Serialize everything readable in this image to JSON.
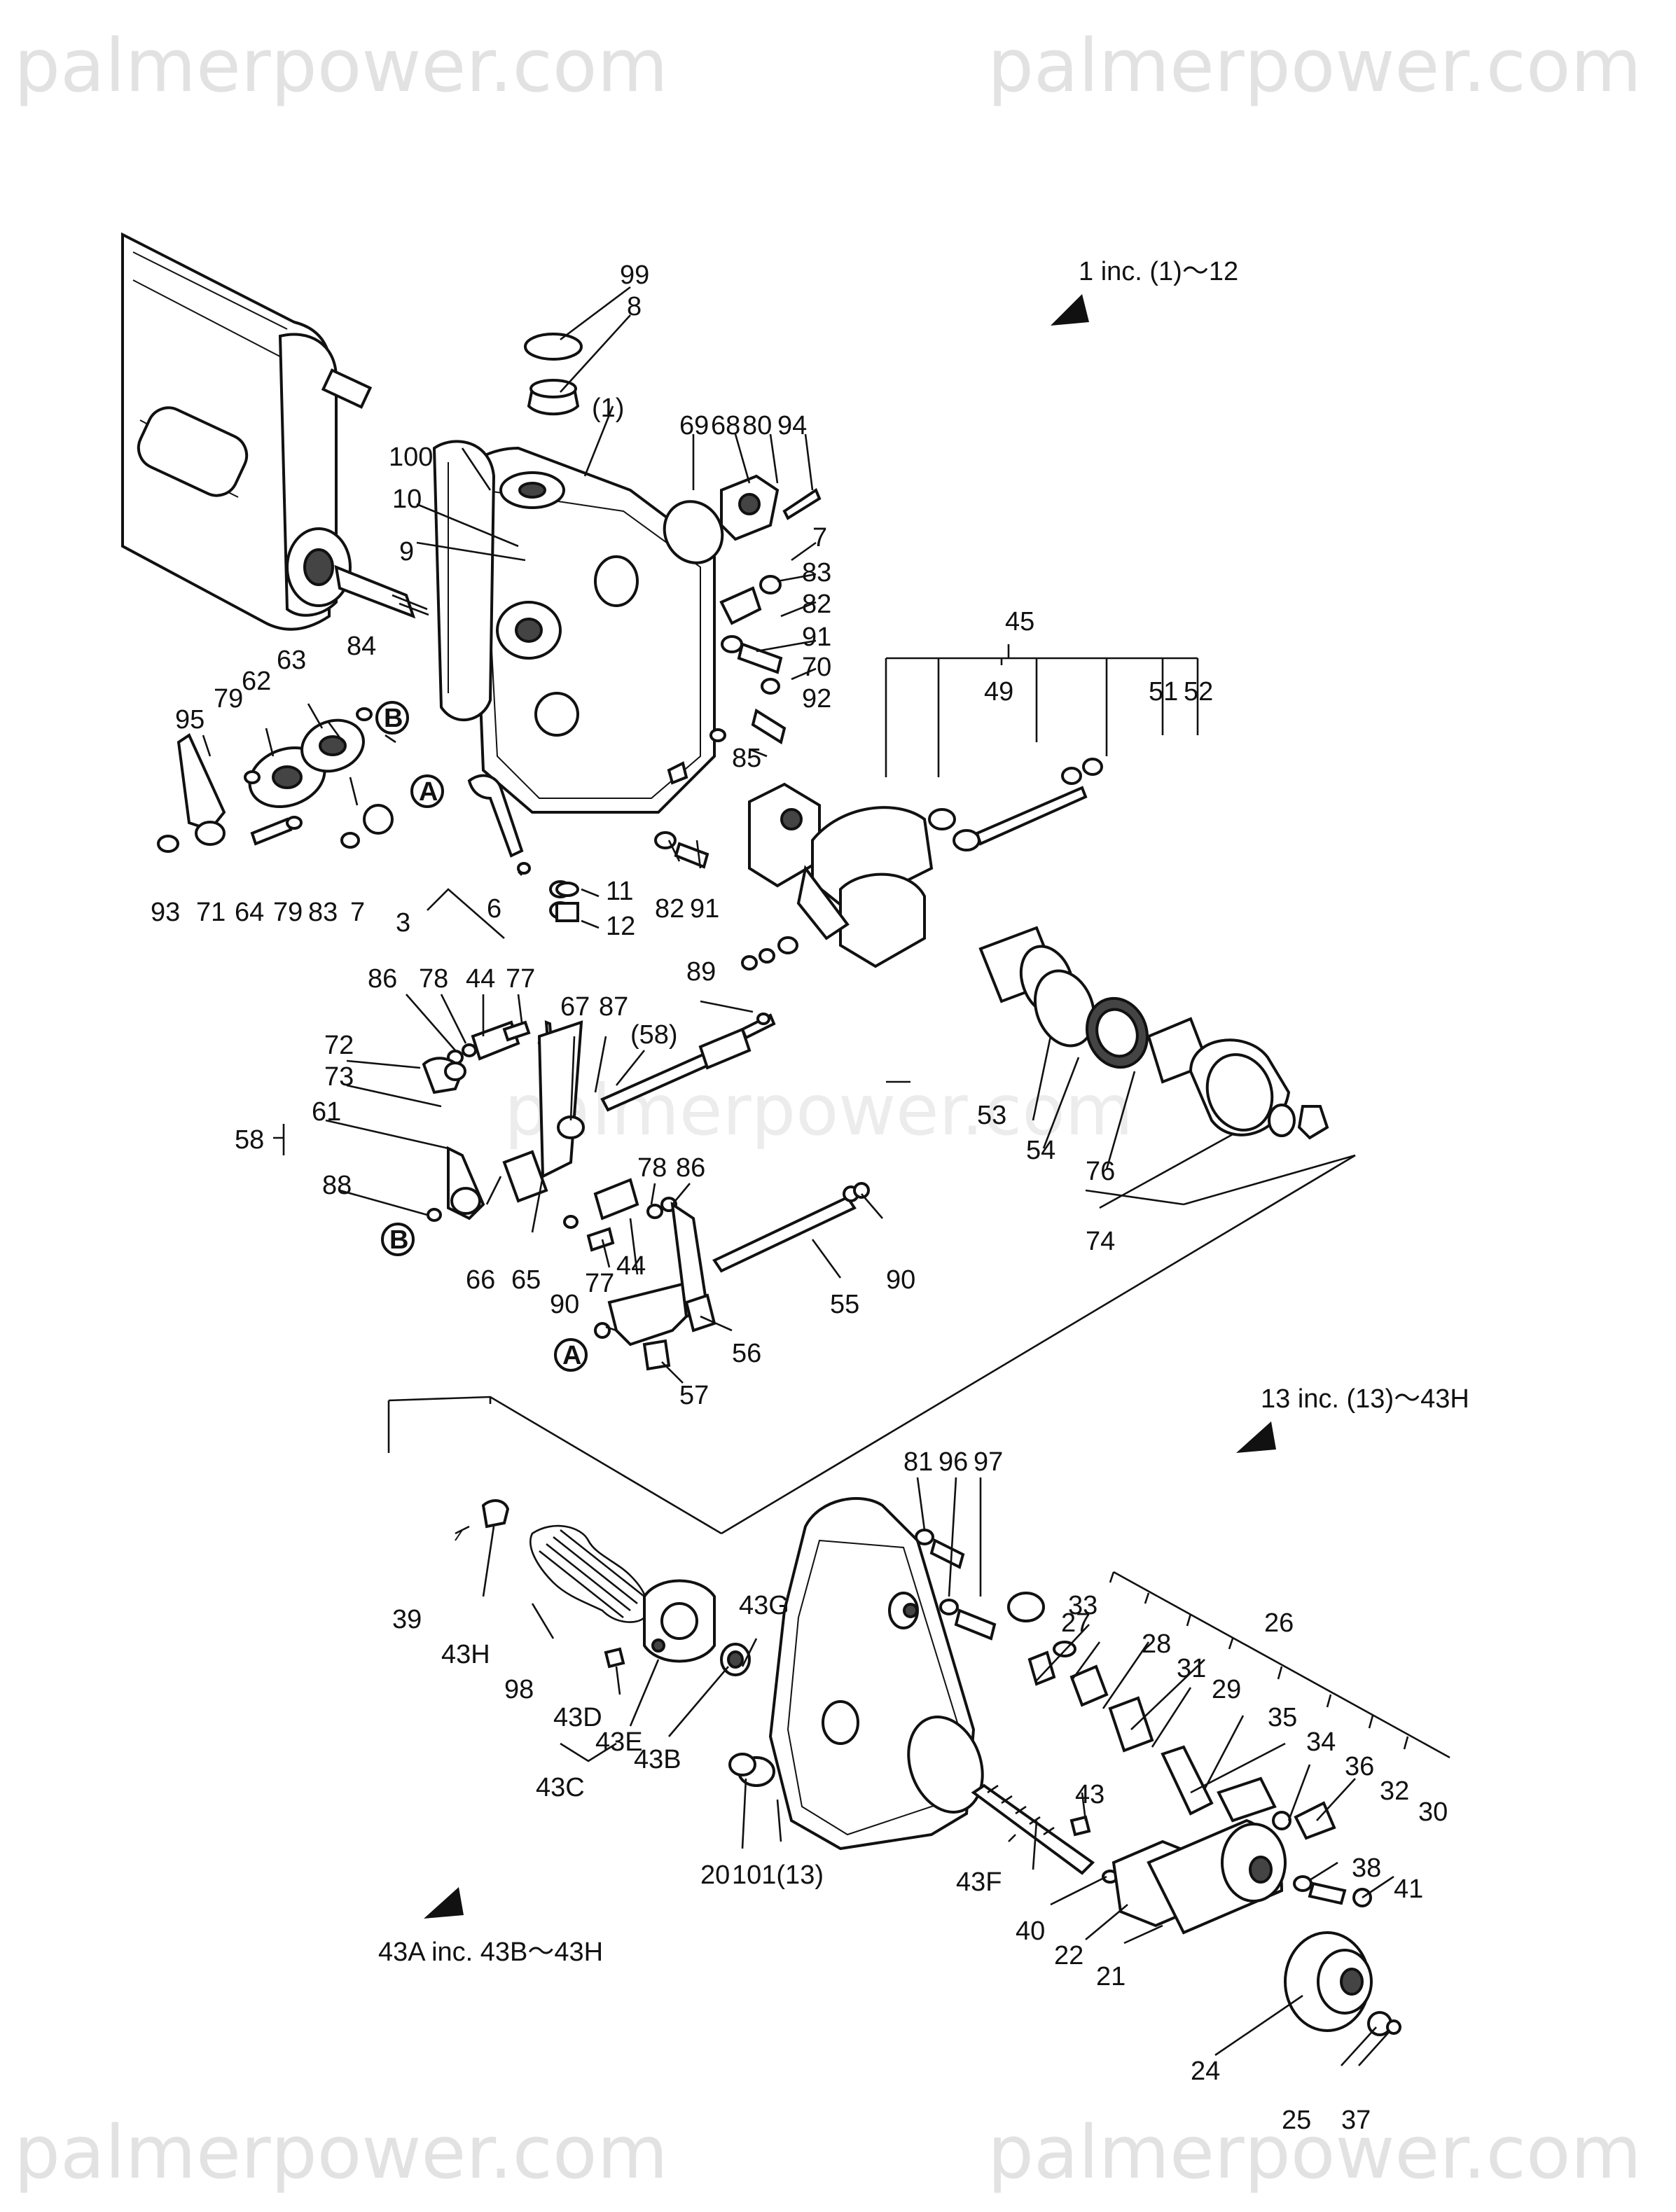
{
  "watermarks": [
    "palmerpower.com",
    "palmerpower.com",
    "palmerpower.com",
    "palmerpower.com",
    "palmerpower.com"
  ],
  "notes": {
    "group1": "1 inc. (1)～12",
    "group13": "13 inc. (13)～43H",
    "group43a": "43A inc. 43B～43H"
  },
  "ref_markers": [
    "B",
    "A",
    "B",
    "A"
  ],
  "labels": [
    "99",
    "8",
    "(1)",
    "69",
    "68",
    "80",
    "94",
    "100",
    "10",
    "9",
    "7",
    "83",
    "82",
    "91",
    "70",
    "92",
    "85",
    "84",
    "63",
    "62",
    "79",
    "95",
    "B",
    "A",
    "93",
    "71",
    "64",
    "79",
    "83",
    "7",
    "3",
    "6",
    "11",
    "12",
    "82",
    "91",
    "45",
    "49",
    "51",
    "52",
    "86",
    "78",
    "44",
    "77",
    "89",
    "67",
    "87",
    "(58)",
    "72",
    "73",
    "61",
    "58",
    "88",
    "66",
    "65",
    "78",
    "86",
    "77",
    "44",
    "90",
    "55",
    "90",
    "56",
    "57",
    "53",
    "54",
    "76",
    "74",
    "81",
    "96",
    "97",
    "39",
    "43H",
    "98",
    "43G",
    "33",
    "27",
    "28",
    "26",
    "31",
    "29",
    "35",
    "34",
    "36",
    "32",
    "30",
    "43D",
    "43E",
    "43B",
    "43C",
    "20",
    "101(13)",
    "43",
    "43F",
    "40",
    "38",
    "41",
    "22",
    "21",
    "24",
    "25",
    "37"
  ]
}
